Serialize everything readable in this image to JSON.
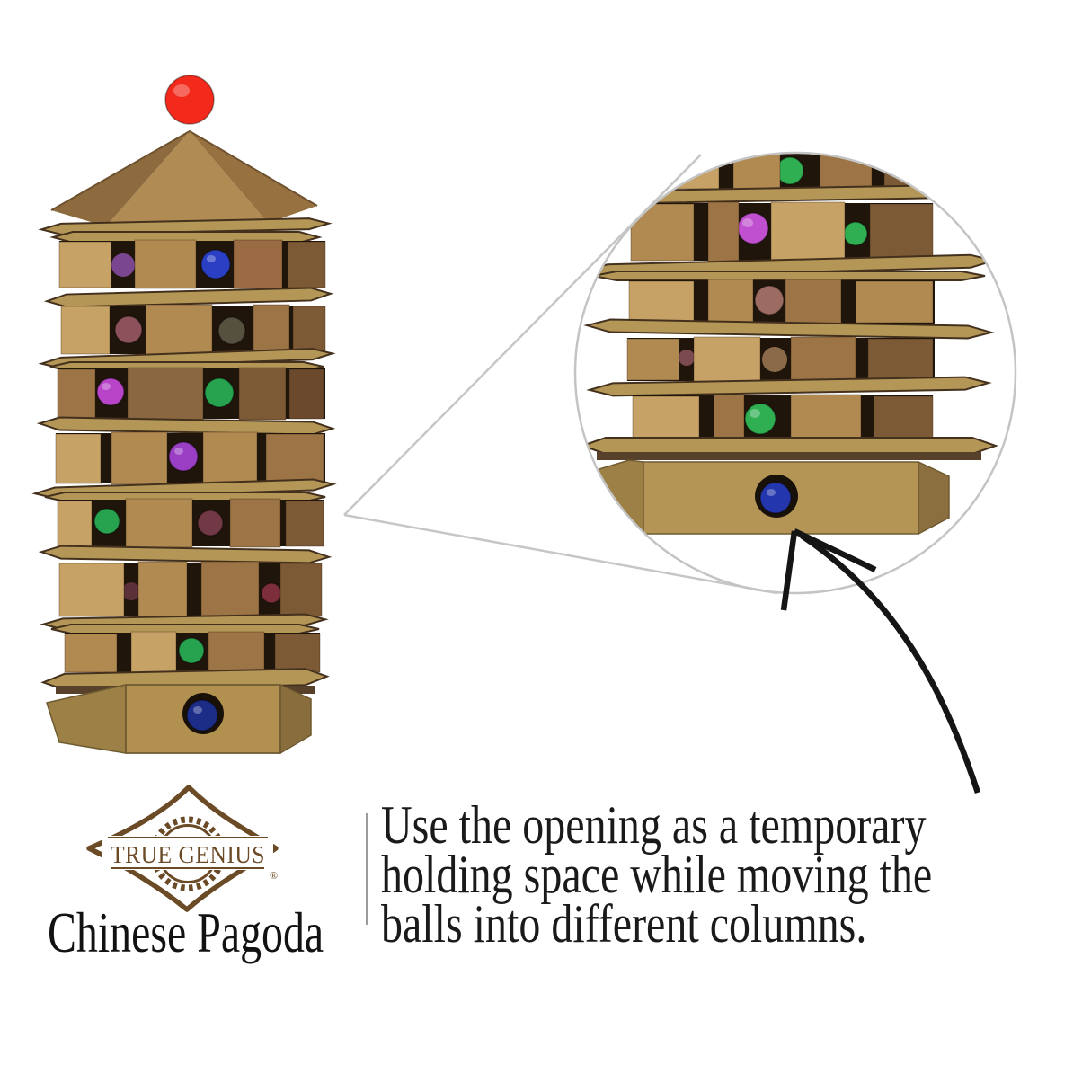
{
  "page": {
    "background": "#ffffff"
  },
  "brand": {
    "name": "TRUE GENIUS",
    "registered_mark": "®",
    "logo_color": "#6b4a26"
  },
  "product": {
    "title": "Chinese Pagoda"
  },
  "caption": {
    "full_text": "Use the opening as a temporary holding space while moving the balls into different columns.",
    "lines": [
      "Use the opening as a temporary",
      "holding space while moving the",
      "balls into different columns."
    ],
    "text_color": "#1a1a1a"
  },
  "callout": {
    "shape": "magnifier-circle",
    "circle_stroke": "#c4c4c4",
    "arrow_color": "#151515"
  },
  "puzzle": {
    "finial_color": "#f2291b",
    "ball_colors": {
      "blue": "#2a3fc4",
      "purple_hint": "#7a4690",
      "maroon": "#8d515c",
      "olive": "#56503f",
      "magenta": "#b845c8",
      "green": "#27a34f",
      "purple": "#9a3ec4",
      "dark_maroon": "#713945",
      "maroon_hint": "#5c3038",
      "dark_red": "#7c2f3a",
      "navy": "#1c2d88",
      "inset_magenta": "#c050cf",
      "inset_green": "#2fae52",
      "inset_mauve": "#9c6b61",
      "inset_wood_ball": "#8a6a48",
      "inset_pink_hint": "#7a4a50",
      "inset_navy": "#2436ad"
    },
    "tower_stories_top_to_bottom": [
      {
        "balls": [
          "purple_hint",
          "blue"
        ]
      },
      {
        "balls": [
          "maroon",
          "olive"
        ]
      },
      {
        "balls": [
          "magenta",
          "green"
        ]
      },
      {
        "balls": [
          "purple"
        ]
      },
      {
        "balls": [
          "green",
          "dark_maroon"
        ]
      },
      {
        "balls": [
          "maroon_hint",
          "dark_red"
        ]
      },
      {
        "balls": [
          "green"
        ]
      }
    ],
    "base_opening_ball": "navy",
    "inset_stories_top_to_bottom": [
      {
        "balls": [
          "inset_green"
        ]
      },
      {
        "balls": [
          "inset_magenta",
          "inset_green"
        ]
      },
      {
        "balls": [
          "inset_mauve"
        ]
      },
      {
        "balls": [
          "inset_pink_hint",
          "inset_wood_ball"
        ]
      },
      {
        "balls": [
          "inset_green"
        ]
      }
    ],
    "inset_base_opening_ball": "inset_navy"
  }
}
